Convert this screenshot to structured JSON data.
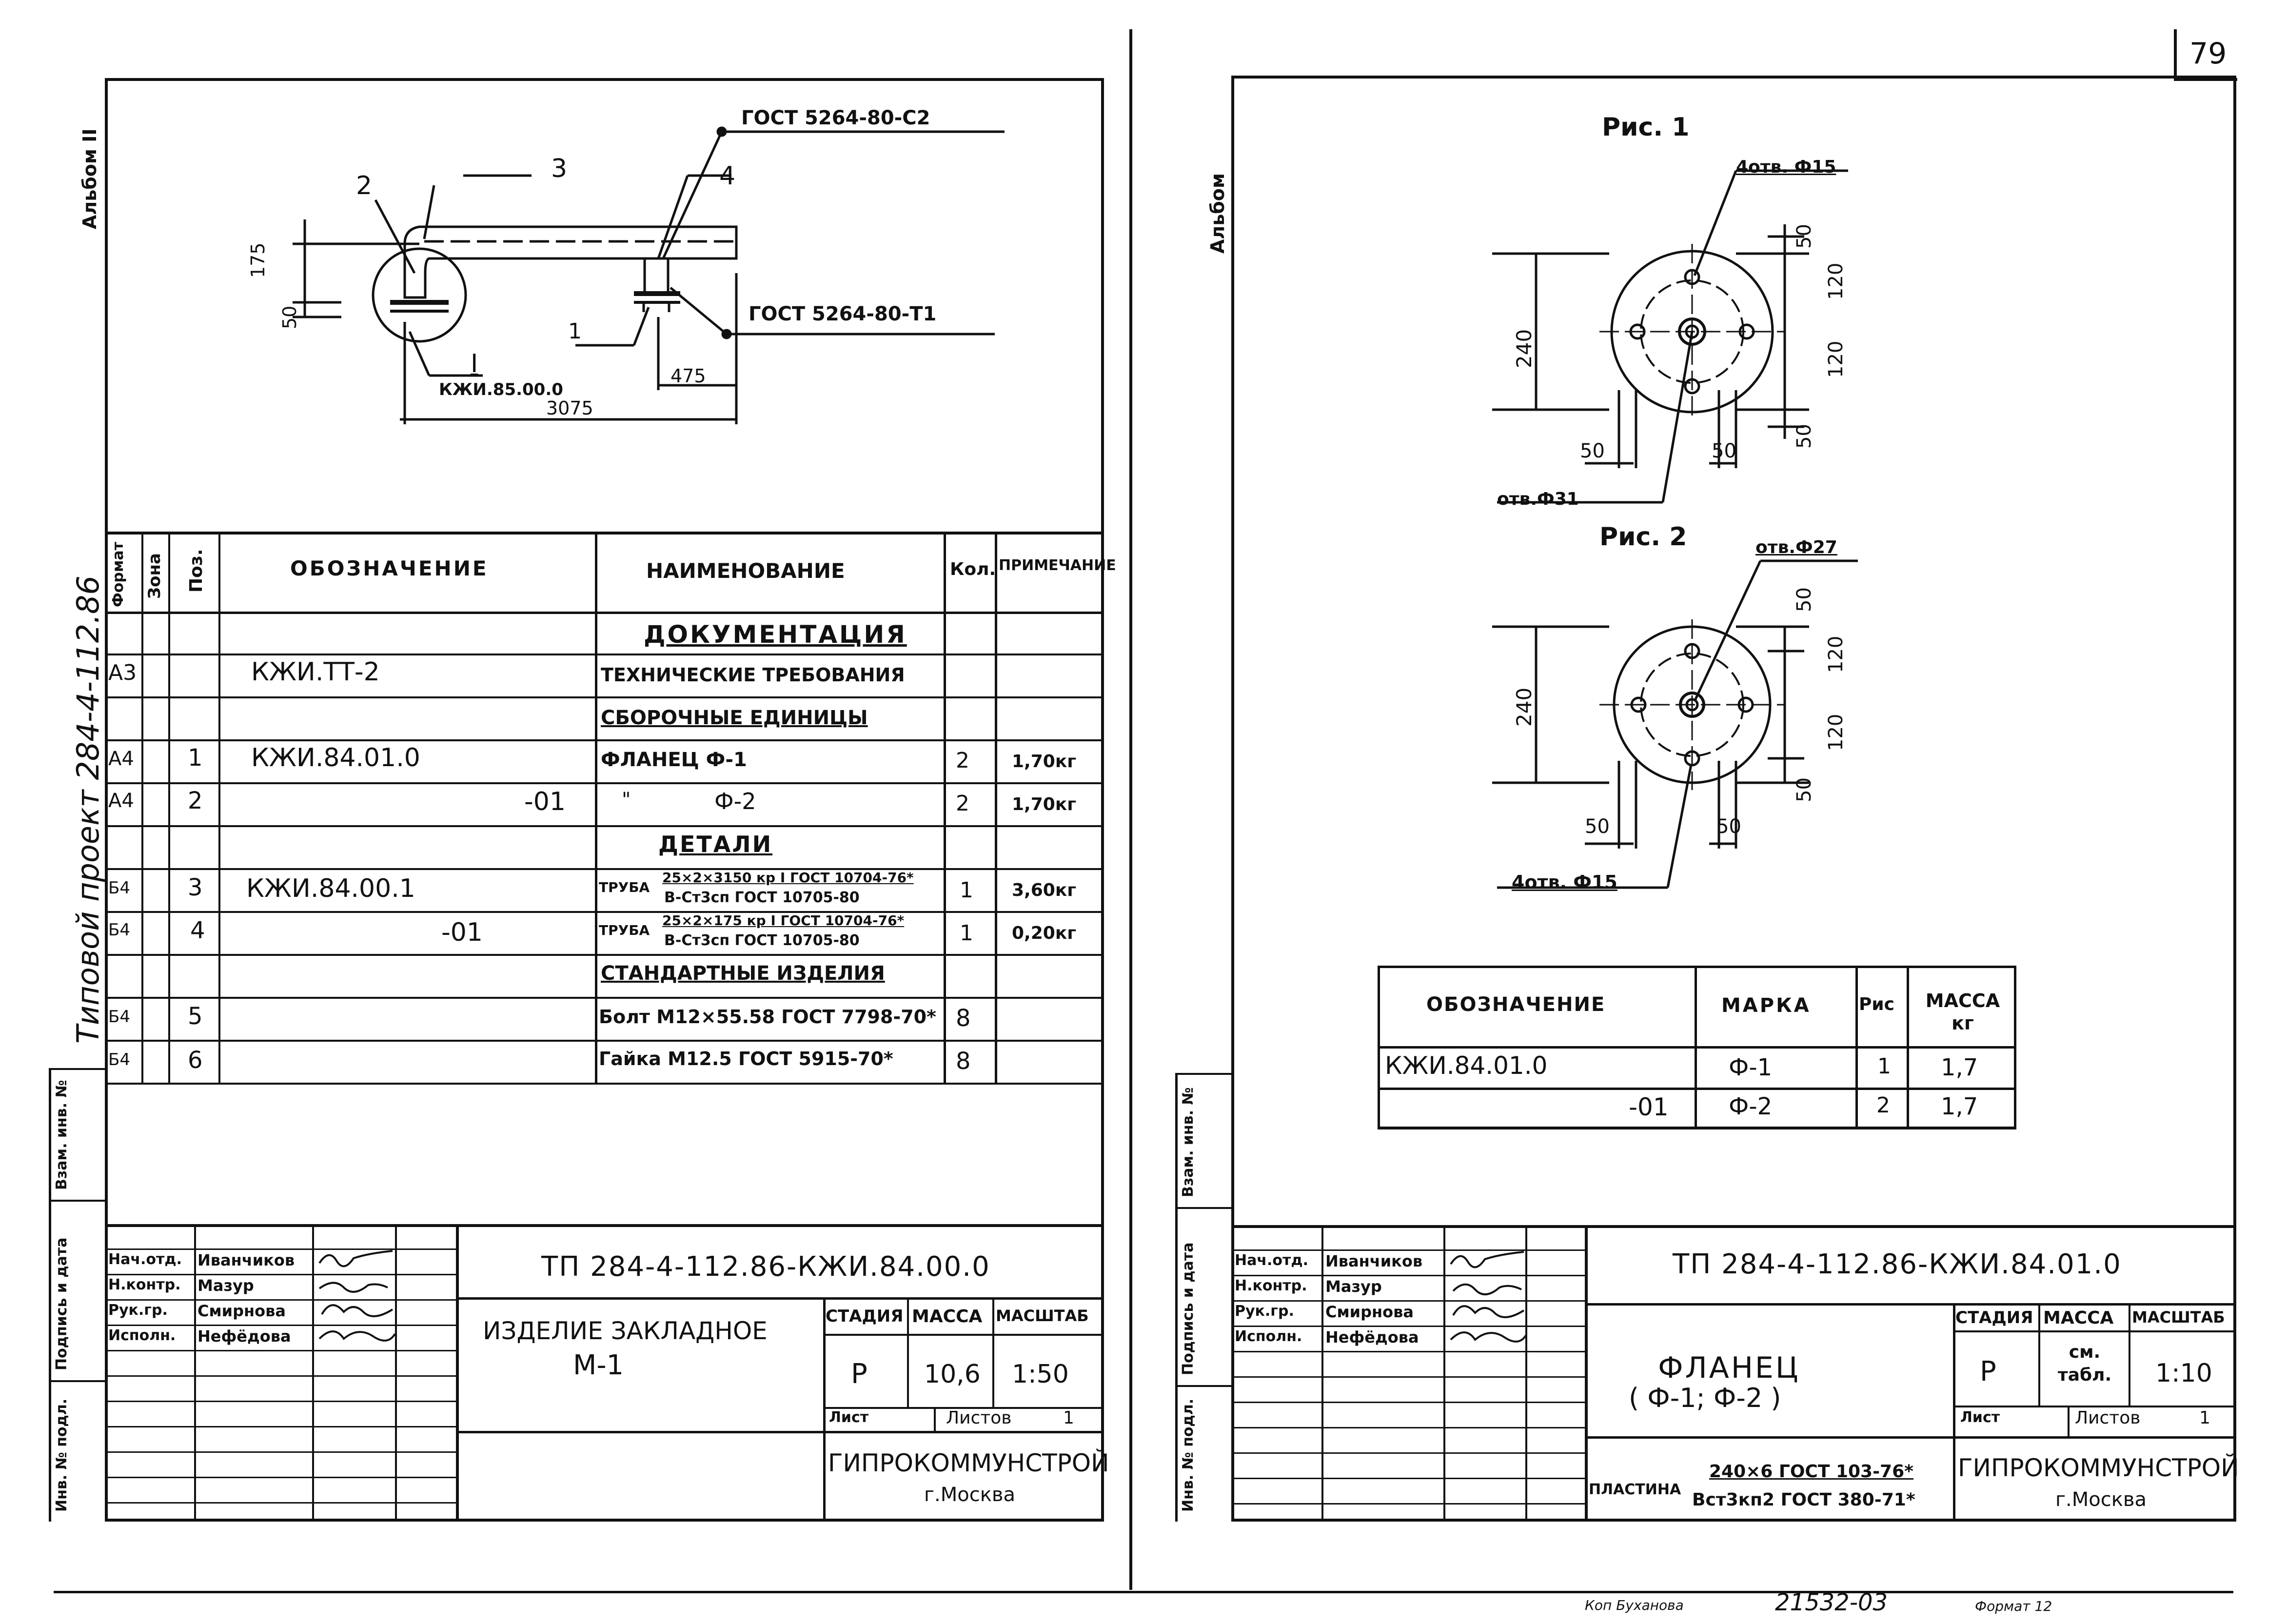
{
  "page_number": "79",
  "left": {
    "album": "Альбом",
    "album_num": "II",
    "project_side": "Типовой проект 284-4-112.86",
    "drawing": {
      "gost_top": "ГОСТ 5264-80-С2",
      "gost_right": "ГОСТ 5264-80-Т1",
      "p2": "2",
      "p3": "3",
      "p4": "4",
      "p1": "1",
      "pI": "I",
      "ref": "КЖИ.85.00.0",
      "d175": "175",
      "d50": "50",
      "d475": "475",
      "d3075": "3075"
    },
    "table": {
      "headers": {
        "format": "Формат",
        "zone": "Зона",
        "pos": "Поз.",
        "designation": "ОБОЗНАЧЕНИЕ",
        "name": "НАИМЕНОВАНИЕ",
        "qty": "Кол.",
        "note": "ПРИМЕЧАНИЕ"
      },
      "sec_doc": "ДОКУМЕНТАЦИЯ",
      "r_a3": {
        "format": "А3",
        "designation": "КЖИ.ТТ-2",
        "name": "ТЕХНИЧЕСКИЕ ТРЕБОВАНИЯ"
      },
      "sec_asm": "СБОРОЧНЫЕ ЕДИНИЦЫ",
      "r1": {
        "format": "А4",
        "pos": "1",
        "designation": "КЖИ.84.01.0",
        "name": "ФЛАНЕЦ Ф-1",
        "qty": "2",
        "note": "1,70кг"
      },
      "r2": {
        "format": "А4",
        "pos": "2",
        "designation": "-01",
        "ditto": "\"",
        "name": "Ф-2",
        "qty": "2",
        "note": "1,70кг"
      },
      "sec_det": "ДЕТАЛИ",
      "r3": {
        "format": "Б4",
        "pos": "3",
        "designation": "КЖИ.84.00.1",
        "name_prefix": "ТРУБА",
        "name_top": "25×2×3150 кр I ГОСТ 10704-76*",
        "name_bot": "В-Ст3сп ГОСТ 10705-80",
        "qty": "1",
        "note": "3,60кг"
      },
      "r4": {
        "format": "Б4",
        "pos": "4",
        "designation": "-01",
        "name_prefix": "ТРУБА",
        "name_top": "25×2×175 кр I ГОСТ 10704-76*",
        "name_bot": "В-Ст3сп ГОСТ 10705-80",
        "qty": "1",
        "note": "0,20кг"
      },
      "sec_std": "СТАНДАРТНЫЕ ИЗДЕЛИЯ",
      "r5": {
        "format": "Б4",
        "pos": "5",
        "name": "Болт М12×55.58 ГОСТ 7798-70*",
        "qty": "8"
      },
      "r6": {
        "format": "Б4",
        "pos": "6",
        "name": "Гайка М12.5 ГОСТ 5915-70*",
        "qty": "8"
      }
    },
    "side_labels": {
      "vzam": "Взам. инв. №",
      "podpis": "Подпись и дата",
      "inv": "Инв. № подл."
    },
    "stamp": {
      "roles": [
        "Нач.отд.",
        "Н.контр.",
        "Рук.гр.",
        "Исполн."
      ],
      "names": [
        "Иванчиков",
        "Мазур",
        "Смирнова",
        "Нефёдова"
      ],
      "code": "ТП 284-4-112.86-КЖИ.84.00.0",
      "title1": "ИЗДЕЛИЕ ЗАКЛАДНОЕ",
      "title2": "М-1",
      "stadia_h": "СТАДИЯ",
      "massa_h": "МАССА",
      "masht_h": "МАСШТАБ",
      "stadia": "Р",
      "massa": "10,6",
      "masht": "1:50",
      "list": "Лист",
      "listov": "Листов",
      "listov_n": "1",
      "org": "ГИПРОКОММУНСТРОЙ",
      "city": "г.Москва"
    }
  },
  "right": {
    "album": "Альбом",
    "fig1": {
      "title": "Рис. 1",
      "holes": "4отв. Ф15",
      "center_hole": "отв.Ф31",
      "d240": "240",
      "d120a": "120",
      "d120b": "120",
      "d50t": "50",
      "d50b": "50",
      "d50l": "50",
      "d50r": "50"
    },
    "fig2": {
      "title": "Рис. 2",
      "center_hole": "отв.Ф27",
      "holes": "4отв. Ф15",
      "d240": "240",
      "d120a": "120",
      "d120b": "120",
      "d50t": "50",
      "d50b": "50",
      "d50l": "50",
      "d50r": "50"
    },
    "table": {
      "h_des": "ОБОЗНАЧЕНИЕ",
      "h_mark": "МАРКА",
      "h_fig": "Рис",
      "h_mass": "МАССА кг",
      "rows": [
        {
          "des": "КЖИ.84.01.0",
          "mark": "Ф-1",
          "fig": "1",
          "mass": "1,7"
        },
        {
          "des": "-01",
          "mark": "Ф-2",
          "fig": "2",
          "mass": "1,7"
        }
      ]
    },
    "side_labels": {
      "vzam": "Взам. инв. №",
      "podpis": "Подпись и дата",
      "inv": "Инв. № подл."
    },
    "stamp": {
      "roles": [
        "Нач.отд.",
        "Н.контр.",
        "Рук.гр.",
        "Исполн."
      ],
      "names": [
        "Иванчиков",
        "Мазур",
        "Смирнова",
        "Нефёдова"
      ],
      "code": "ТП 284-4-112.86-КЖИ.84.01.0",
      "title1": "ФЛАНЕЦ",
      "title2": "( Ф-1; Ф-2 )",
      "stadia_h": "СТАДИЯ",
      "massa_h": "МАССА",
      "masht_h": "МАСШТАБ",
      "stadia": "Р",
      "massa": "см. табл.",
      "masht": "1:10",
      "list": "Лист",
      "listov": "Листов",
      "listov_n": "1",
      "material_prefix": "ПЛАСТИНА",
      "material_top": "240×6 ГОСТ 103-76*",
      "material_bot": "Вст3кп2 ГОСТ 380-71*",
      "org": "ГИПРОКОММУНСТРОЙ",
      "city": "г.Москва"
    }
  },
  "footer": {
    "kop": "Коп Буханова",
    "order": "21532-03",
    "format": "Формат 12"
  }
}
